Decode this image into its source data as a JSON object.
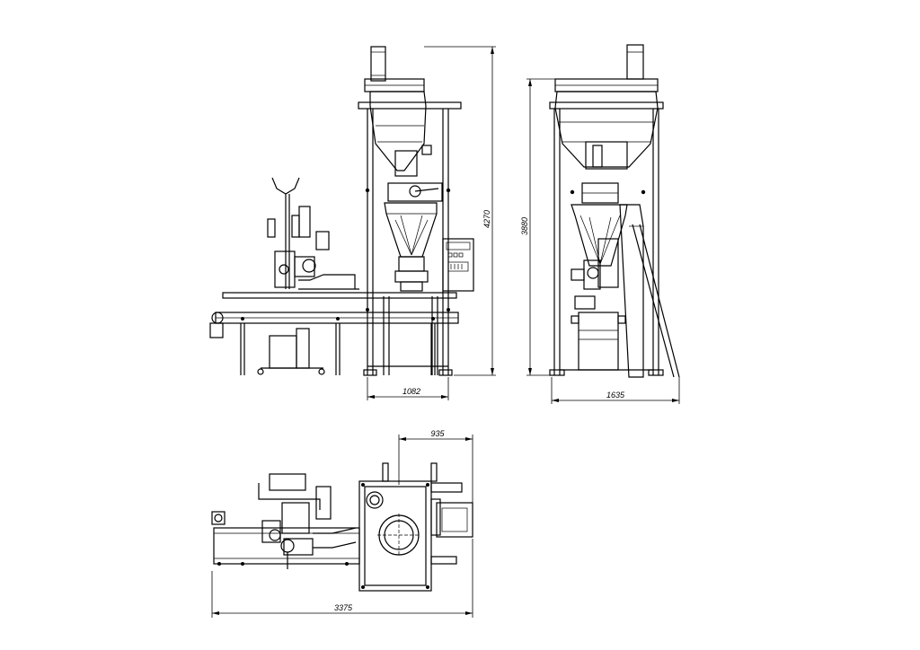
{
  "drawing": {
    "dimensions": {
      "side_height": "4270",
      "side_frame_width": "1082",
      "front_height": "3880",
      "front_width": "1635",
      "plan_offset": "935",
      "plan_total_length": "3375"
    }
  }
}
